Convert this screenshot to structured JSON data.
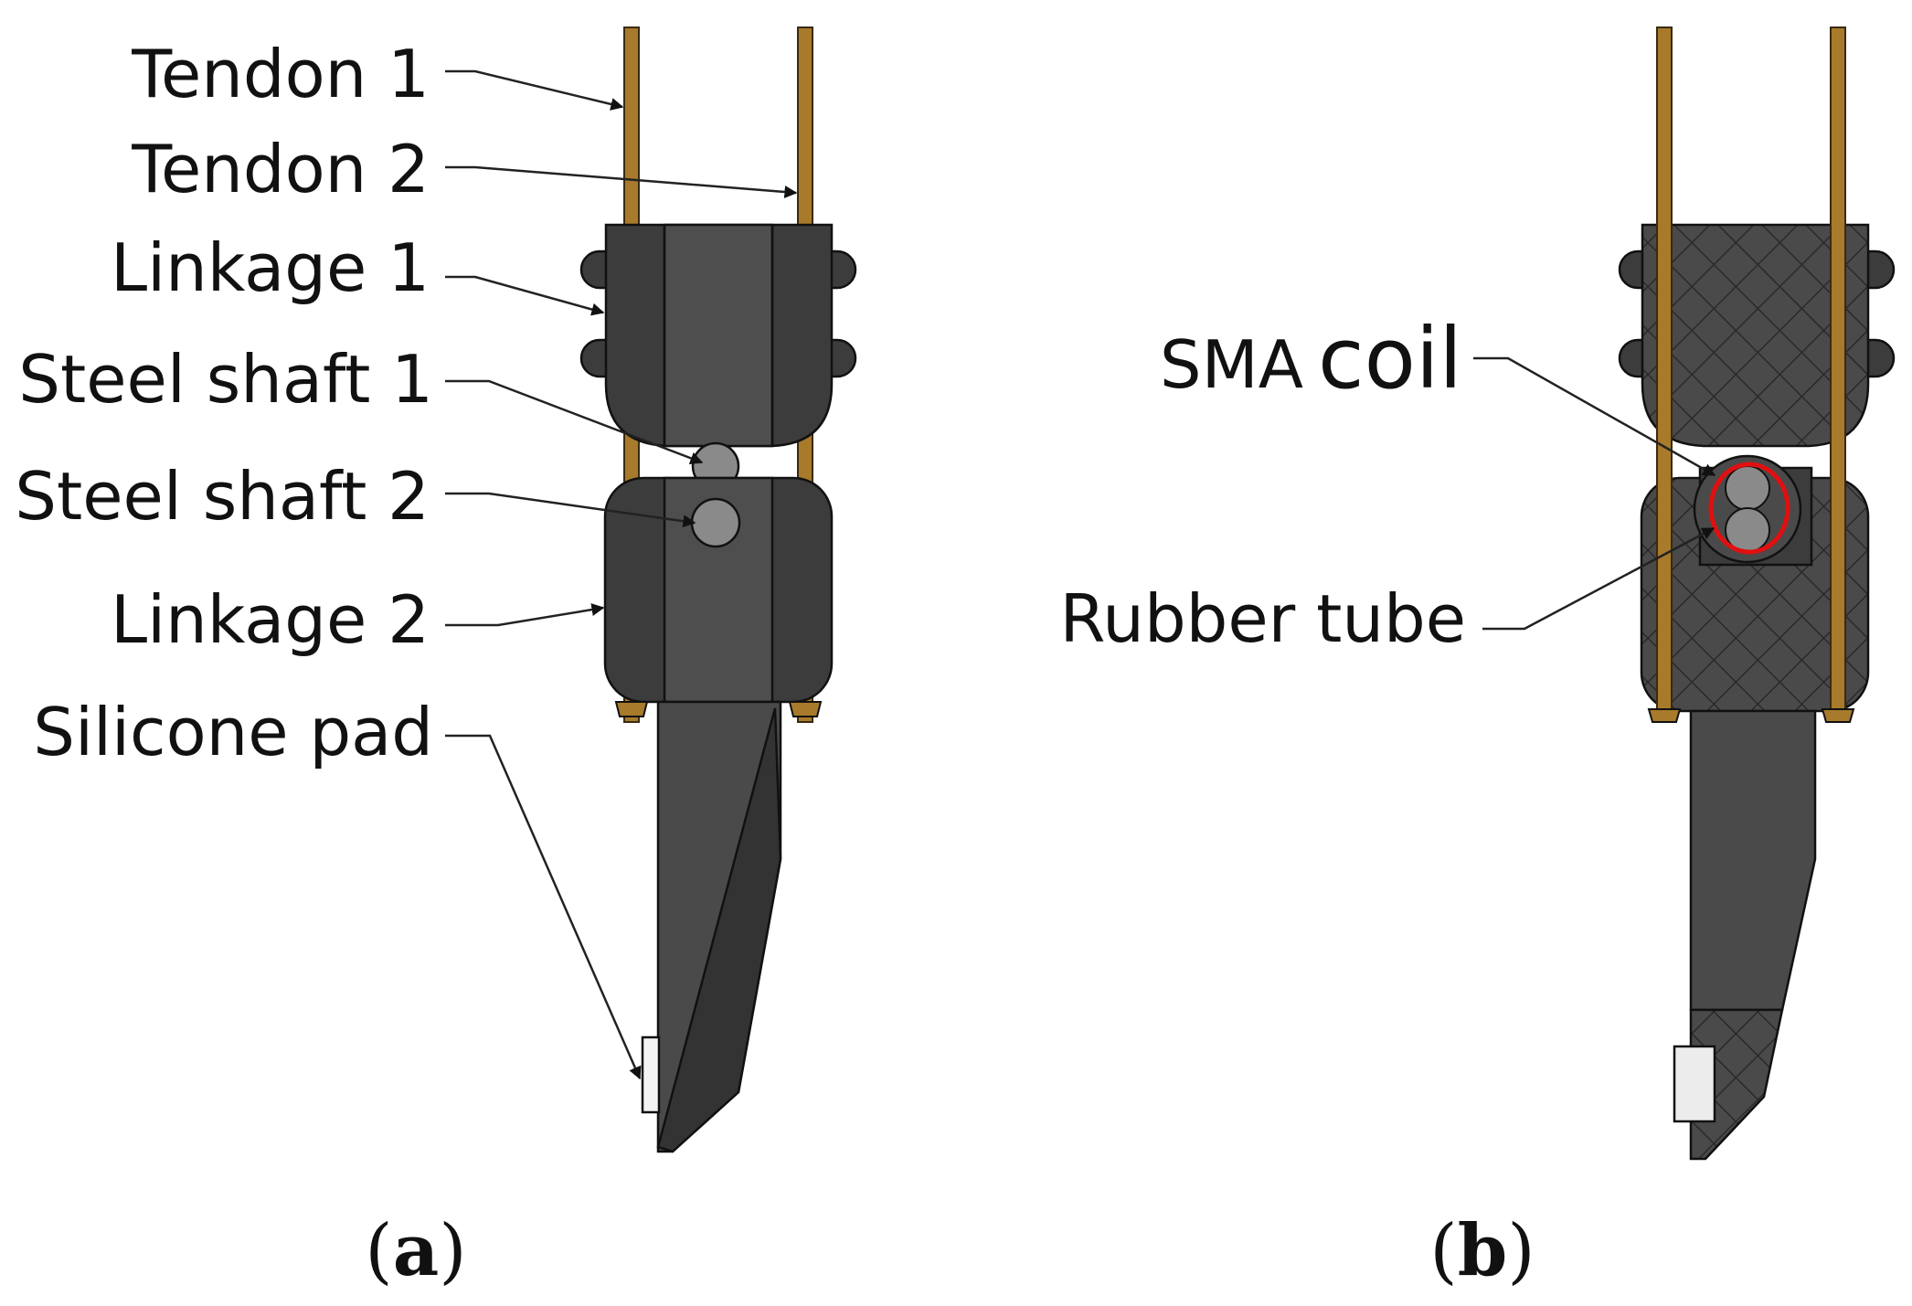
{
  "panel_a": {
    "labels": {
      "tendon1": "Tendon 1",
      "tendon2": "Tendon 2",
      "linkage1": "Linkage 1",
      "shaft1": "Steel shaft 1",
      "shaft2": "Steel shaft 2",
      "linkage2": "Linkage 2",
      "pad": "Silicone pad"
    },
    "caption": {
      "open": "(",
      "letter": "a",
      "close": ")"
    }
  },
  "panel_b": {
    "labels": {
      "sma_prefix": "SMA",
      "sma_word": "coil",
      "rubber": "Rubber tube"
    },
    "caption": {
      "open": "(",
      "letter": "b",
      "close": ")"
    }
  },
  "colors": {
    "body": "#3c3c3c",
    "body_light": "#4e4e4e",
    "tendon": "#a87a2c",
    "shaft": "#8a8a8a",
    "highlight": "#e01010"
  }
}
